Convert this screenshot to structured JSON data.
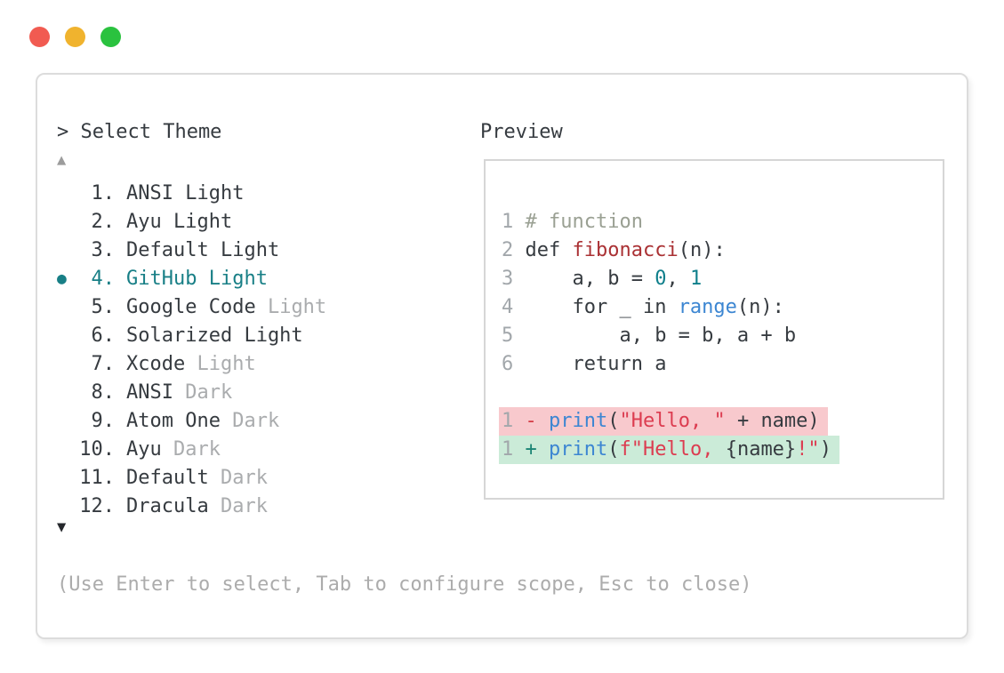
{
  "window": {
    "prompt": "> Select Theme",
    "preview_label": "Preview",
    "scroll_up_icon": "▲",
    "scroll_down_icon": "▼",
    "help": "(Use Enter to select, Tab to configure scope, Esc to close)",
    "traffic_lights": {
      "close_color": "#f15b51",
      "minimize_color": "#f0b32e",
      "zoom_color": "#2ac23f"
    }
  },
  "themes": {
    "selected": "GitHub Light",
    "selected_marker": "●",
    "accent_color": "#187f86",
    "items": [
      {
        "bullet": "",
        "num": "1.",
        "name": "ANSI Light",
        "suffix": "",
        "selected": false
      },
      {
        "bullet": "",
        "num": "2.",
        "name": "Ayu Light",
        "suffix": "",
        "selected": false
      },
      {
        "bullet": "",
        "num": "3.",
        "name": "Default Light",
        "suffix": "",
        "selected": false
      },
      {
        "bullet": "●",
        "num": "4.",
        "name": "GitHub Light",
        "suffix": "",
        "selected": true
      },
      {
        "bullet": "",
        "num": "5.",
        "name": "Google Code",
        "suffix": " Light",
        "selected": false
      },
      {
        "bullet": "",
        "num": "6.",
        "name": "Solarized Light",
        "suffix": "",
        "selected": false
      },
      {
        "bullet": "",
        "num": "7.",
        "name": "Xcode",
        "suffix": " Light",
        "selected": false
      },
      {
        "bullet": "",
        "num": "8.",
        "name": "ANSI",
        "suffix": " Dark",
        "selected": false
      },
      {
        "bullet": "",
        "num": "9.",
        "name": "Atom One",
        "suffix": " Dark",
        "selected": false
      },
      {
        "bullet": "",
        "num": "10.",
        "name": "Ayu",
        "suffix": " Dark",
        "selected": false
      },
      {
        "bullet": "",
        "num": "11.",
        "name": "Default",
        "suffix": " Dark",
        "selected": false
      },
      {
        "bullet": "",
        "num": "12.",
        "name": "Dracula",
        "suffix": " Dark",
        "selected": false
      }
    ]
  },
  "preview": {
    "code": {
      "l1": {
        "ln": "1 ",
        "comment": "# function"
      },
      "l2": {
        "ln": "2 ",
        "kw": "def ",
        "fn": "fibonacci",
        "rest": "(n):"
      },
      "l3": {
        "ln": "3 ",
        "a": "    a, b = ",
        "n1": "0",
        "b": ", ",
        "n2": "1"
      },
      "l4": {
        "ln": "4 ",
        "a": "    for _ in ",
        "fn": "range",
        "b": "(n):"
      },
      "l5": {
        "ln": "5 ",
        "a": "        a, b = b, a + b"
      },
      "l6": {
        "ln": "6 ",
        "a": "    return a"
      }
    },
    "diff": {
      "removed": {
        "ln": "1 ",
        "sign": "- ",
        "fn": "print",
        "p1": "(",
        "str": "\"Hello, \"",
        "mid": " + name",
        "p2": ")"
      },
      "added": {
        "ln": "1 ",
        "sign": "+ ",
        "fn": "print",
        "p1": "(",
        "str": "f\"Hello, ",
        "mid": "{name}",
        "str2": "!\"",
        "p2": ")"
      }
    },
    "diff_colors": {
      "removed_bg": "#f8c9cd",
      "added_bg": "#cbebd8"
    },
    "syntax_colors": {
      "plain": "#363b40",
      "line_number": "#a2a7ab",
      "comment": "#9aa093",
      "function_red": "#aa3134",
      "blue": "#3c86d2",
      "number_teal": "#0f7f8b",
      "string_red": "#dc3c50",
      "minus": "#d43c46",
      "plus": "#1b8474"
    }
  }
}
